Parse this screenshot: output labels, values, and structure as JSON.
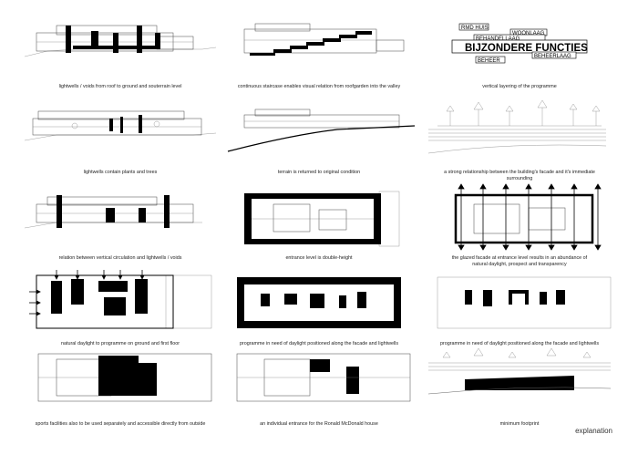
{
  "captions": [
    [
      "lightwells / voids from roof to ground and souterrain level"
    ],
    [
      "continuous staircase enables visual relation from roofgarden into the valley"
    ],
    [
      "vertical layering of the programme"
    ],
    [
      "lightwells contain plants and trees"
    ],
    [
      "terrain is returned to original condition"
    ],
    [
      "a strong relationship between the building's facade and it's immediate",
      "surrounding"
    ],
    [
      "relation between vertical circulation and lightwells / voids"
    ],
    [
      "entrance level is double-height"
    ],
    [
      "the glazed facade at entrance level results in an abundance of",
      "natural daylight, prospect and transparency"
    ],
    [
      "natural daylight to programme on ground and first floor"
    ],
    [
      "programme in need of daylight positioned along the facade and lightwells"
    ],
    [
      "programme in need of daylight positioned along the facade and lightwells"
    ],
    [
      "sports facilities also to be used separately and accessible directly from outside"
    ],
    [
      "an individual entrance for the Ronald McDonald house"
    ],
    [
      "minimum footprint"
    ]
  ],
  "layers": {
    "rmd": "RMD HUIS",
    "woonlaag": "WOONLAAG",
    "behandellaag": "BEHANDELLAAG",
    "bijzondere": "BIJZONDERE FUNCTIES",
    "beheerlaag": "BEHEERLAAG",
    "beheer": "BEHEER"
  },
  "footer": "explanation"
}
